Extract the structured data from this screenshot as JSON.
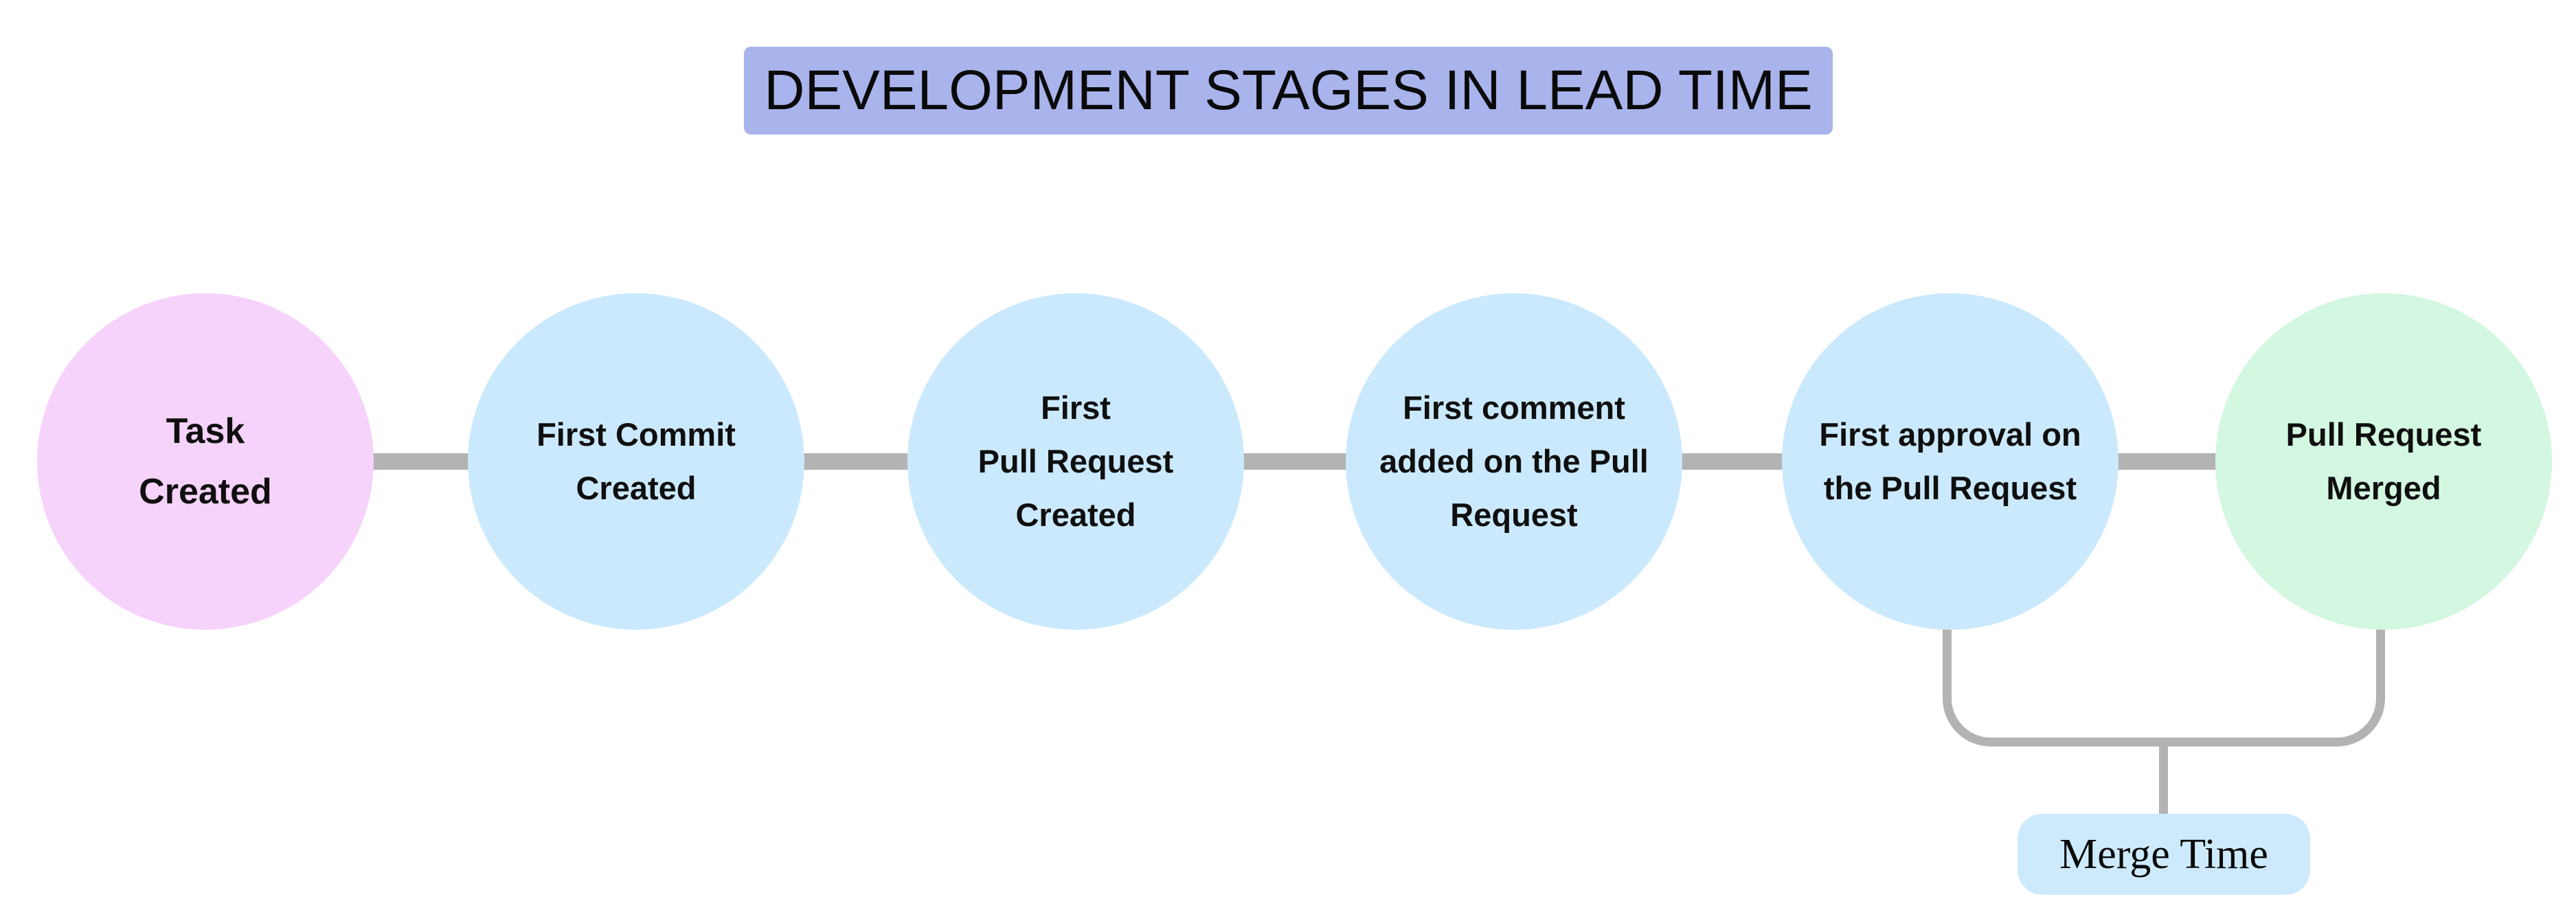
{
  "title": {
    "text": "DEVELOPMENT STAGES IN LEAD TIME",
    "bg_color": "#a9b4ed",
    "text_color": "#0a0a0a"
  },
  "stages": [
    {
      "name": "task-created",
      "lines": [
        "Task",
        "Created"
      ],
      "color": "#f6d3fa"
    },
    {
      "name": "first-commit-created",
      "lines": [
        "First Commit",
        "Created"
      ],
      "color": "#cbe9fd"
    },
    {
      "name": "first-pull-request-created",
      "lines": [
        "First",
        "Pull Request",
        "Created"
      ],
      "color": "#cbe9fd"
    },
    {
      "name": "first-comment-added",
      "lines": [
        "First comment",
        "added on the Pull",
        "Request"
      ],
      "color": "#cbe9fd"
    },
    {
      "name": "first-approval",
      "lines": [
        "First approval on",
        "the Pull Request"
      ],
      "color": "#cbe9fd"
    },
    {
      "name": "pull-request-merged",
      "lines": [
        "Pull Request",
        "Merged"
      ],
      "color": "#d3f7e0"
    }
  ],
  "merge_time": {
    "label": "Merge Time",
    "bg_color": "#cdeafd",
    "spans_stages": [
      "first-approval",
      "pull-request-merged"
    ]
  },
  "colors": {
    "connector": "#b3b3b3",
    "background": "#ffffff",
    "text": "#0f0f0f"
  }
}
